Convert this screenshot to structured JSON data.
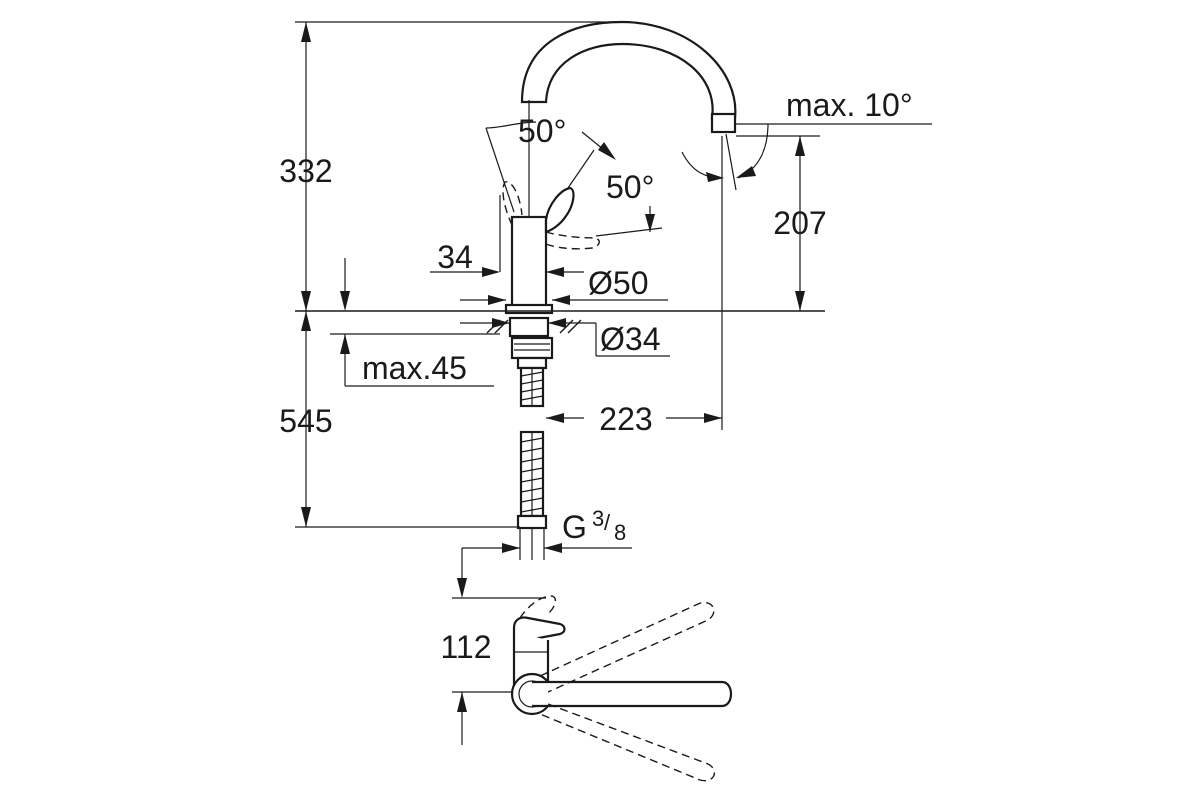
{
  "dimensions": {
    "height_total": "332",
    "spout_height": "207",
    "below_counter": "545",
    "body_width": "34",
    "base_diameter": "Ø50",
    "hole_diameter": "Ø34",
    "max_thickness": "max.45",
    "spout_reach": "223",
    "lever_depth": "112"
  },
  "angles": {
    "lever_side": "50°",
    "lever_front": "50°",
    "spout_tilt": "max. 10°"
  },
  "connection": {
    "thread": "G",
    "size_num": "3",
    "size_den": "8"
  }
}
